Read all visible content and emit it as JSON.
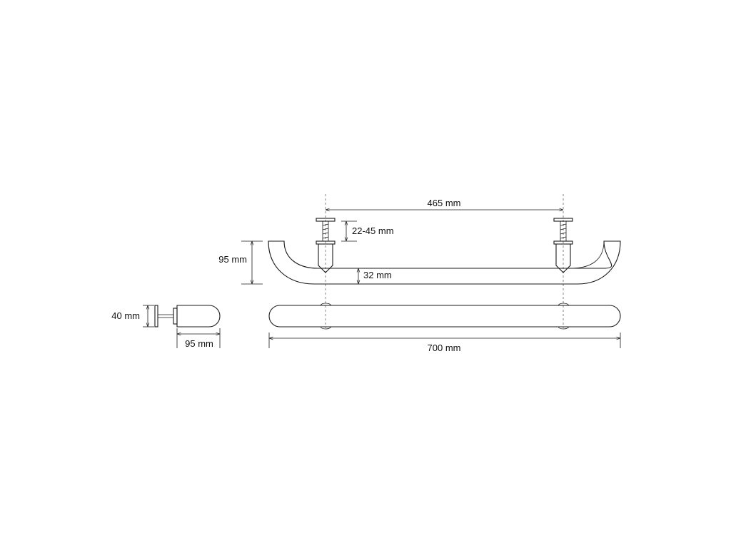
{
  "drawing": {
    "colors": {
      "line": "#1a1a1a",
      "text": "#111111",
      "background": "#ffffff"
    },
    "dimensions": {
      "mount_spacing": "465 mm",
      "adjust_range": "22-45 mm",
      "overall_height": "95 mm",
      "tube_diameter": "32 mm",
      "overall_length": "700 mm",
      "side_depth": "95 mm",
      "flange_height": "40 mm"
    }
  }
}
